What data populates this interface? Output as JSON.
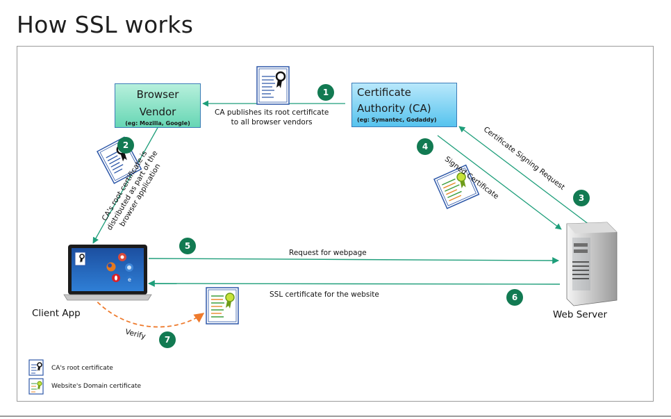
{
  "title": "How SSL works",
  "nodes": {
    "browser_vendor": {
      "name": "Browser Vendor",
      "line1": "Browser",
      "line2": "Vendor",
      "sub": "(eg: Mozilla, Google)"
    },
    "ca": {
      "line1": "Certificate",
      "line2": "Authority (CA)",
      "sub": "(eg: Symantec, Godaddy)"
    },
    "client": {
      "name": "Client App"
    },
    "server": {
      "name": "Web Server"
    }
  },
  "steps": [
    {
      "num": "1",
      "label_lines": [
        "CA publishes its root certificate",
        "to all browser vendors"
      ]
    },
    {
      "num": "2",
      "label_lines": [
        "CA's root certificate is",
        "distributed as part of the",
        "browser application"
      ]
    },
    {
      "num": "3",
      "label": "Certificate Signing Request"
    },
    {
      "num": "4",
      "label": "Signed Certificate"
    },
    {
      "num": "5",
      "label": "Request for webpage"
    },
    {
      "num": "6",
      "label": "SSL certificate for the website"
    },
    {
      "num": "7",
      "label": "Verify"
    }
  ],
  "legend": [
    {
      "icon": "root-certificate-icon",
      "label": "CA's root certificate"
    },
    {
      "icon": "domain-certificate-icon",
      "label": "Website's Domain certificate"
    }
  ],
  "colors": {
    "arrow": "#1e9e7a",
    "verify": "#ee7a2c",
    "badge": "#127a52",
    "bv_fill": "#66d6b4",
    "ca_fill": "#56c3ee"
  }
}
